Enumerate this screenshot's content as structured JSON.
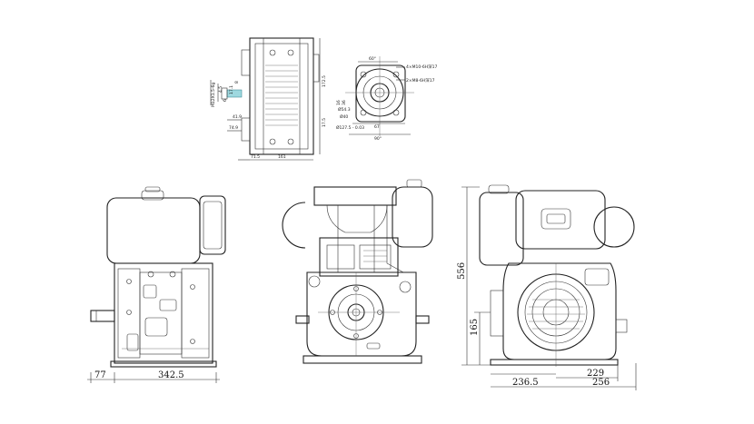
{
  "side_view": {
    "dim_left": "77",
    "dim_width": "342.5"
  },
  "front_view": {
    "dim_height": "556",
    "dim_shaft_height": "165",
    "dim_left": "236.5",
    "dim_right_a": "229",
    "dim_right_b": "256"
  },
  "top_view": {
    "labels": [
      "M12X1.5-6g",
      "4.5",
      "17.1",
      "6",
      "8",
      "41.9",
      "74.9",
      "161",
      "71.5",
      "17.5",
      "172.5"
    ]
  },
  "flange_view": {
    "labels": [
      "60°",
      "4×M10-6H深17",
      "2×M8-6H深17",
      "16",
      "36",
      "Ø54.3",
      "Ø40",
      "Ø127.5 - 0.03",
      "67",
      "90°"
    ]
  }
}
